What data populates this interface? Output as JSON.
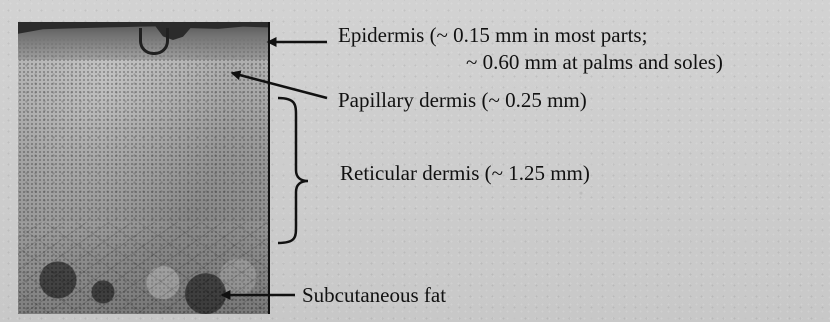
{
  "labels": {
    "epidermis_line_1": "Epidermis (~ 0.15 mm in most parts;",
    "epidermis_line_2": "~ 0.60 mm at palms and soles)",
    "papillary": "Papillary dermis (~ 0.25 mm)",
    "reticular": "Reticular dermis (~ 1.25 mm)",
    "fat": "Subcutaneous fat"
  }
}
